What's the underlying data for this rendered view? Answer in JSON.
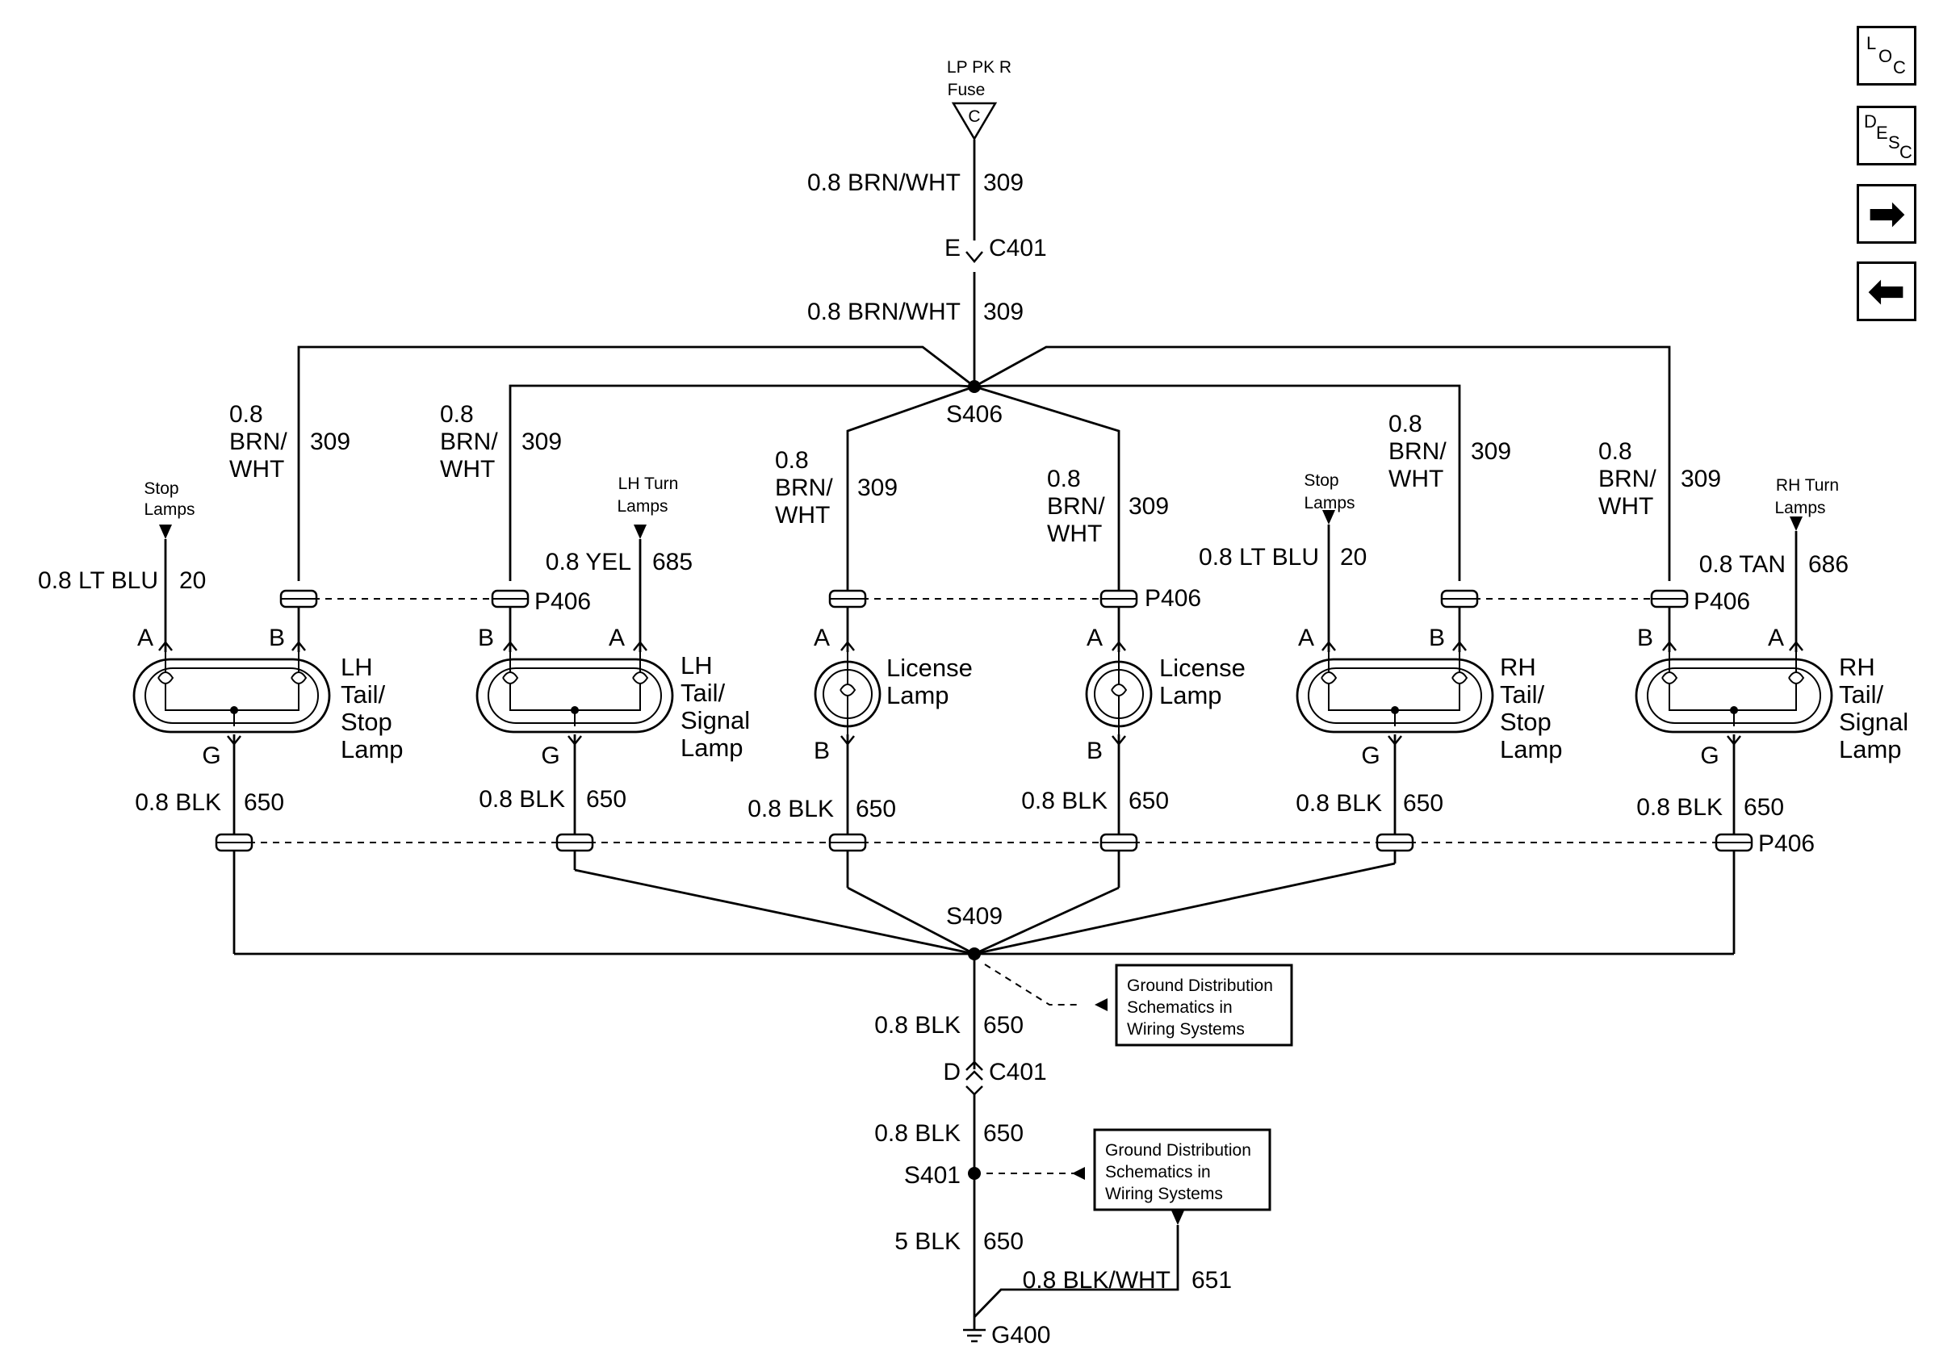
{
  "fuse": {
    "line1": "LP PK R",
    "line2": "Fuse",
    "letter": "C"
  },
  "trunk": {
    "wire_top": "0.8 BRN/WHT",
    "circuit_top": "309",
    "c401_top_pin": "E",
    "c401": "C401",
    "wire_mid": "0.8 BRN/WHT",
    "circuit_mid": "309",
    "splice_top": "S406",
    "splice_bottom": "S409",
    "ground_wire": "0.8 BLK",
    "ground_circuit": "650",
    "c401_bottom_pin": "D",
    "c401_b": "C401",
    "wire_after_c401": "0.8 BLK",
    "circuit_after_c401": "650",
    "s401": "S401",
    "wire_5blk": "5 BLK",
    "circuit_5blk": "650",
    "wire_blkwht": "0.8 BLK/WHT",
    "circuit_blkwht": "651",
    "g400": "G400"
  },
  "boxes": {
    "gd1": [
      "Ground Distribution",
      "Schematics in",
      "Wiring Systems"
    ],
    "gd2": [
      "Ground Distribution",
      "Schematics in",
      "Wiring Systems"
    ]
  },
  "connector": "P406",
  "branches": {
    "lh_ts": {
      "w1": "0.8",
      "w2": "BRN/",
      "w3": "WHT",
      "circuit": "309"
    },
    "lh_sig": {
      "w1": "0.8",
      "w2": "BRN/",
      "w3": "WHT",
      "circuit": "309"
    },
    "lic_l": {
      "w1": "0.8",
      "w2": "BRN/",
      "w3": "WHT",
      "circuit": "309"
    },
    "lic_r": {
      "w1": "0.8",
      "w2": "BRN/",
      "w3": "WHT",
      "circuit": "309"
    },
    "rh_ts": {
      "w1": "0.8",
      "w2": "BRN/",
      "w3": "WHT",
      "circuit": "309"
    },
    "rh_sig": {
      "w1": "0.8",
      "w2": "BRN/",
      "w3": "WHT",
      "circuit": "309"
    }
  },
  "inputs": {
    "stop_l": {
      "n1": "Stop",
      "n2": "Lamps",
      "wire": "0.8 LT BLU",
      "circuit": "20"
    },
    "lh_turn": {
      "n1": "LH Turn",
      "n2": "Lamps",
      "wire": "0.8 YEL",
      "circuit": "685"
    },
    "stop_r": {
      "n1": "Stop",
      "n2": "Lamps",
      "wire": "0.8 LT BLU",
      "circuit": "20"
    },
    "rh_turn": {
      "n1": "RH Turn",
      "n2": "Lamps",
      "wire": "0.8 TAN",
      "circuit": "686"
    }
  },
  "lamps": {
    "lh_ts": {
      "l1": "LH",
      "l2": "Tail/",
      "l3": "Stop",
      "l4": "Lamp",
      "pin_left": "A",
      "pin_right": "B",
      "pin_g": "G"
    },
    "lh_sig": {
      "l1": "LH",
      "l2": "Tail/",
      "l3": "Signal",
      "l4": "Lamp",
      "pin_left": "B",
      "pin_right": "A",
      "pin_g": "G"
    },
    "lic_l": {
      "l1": "License",
      "l2": "Lamp",
      "pin_top": "A",
      "pin_bottom": "B"
    },
    "lic_r": {
      "l1": "License",
      "l2": "Lamp",
      "pin_top": "A",
      "pin_bottom": "B"
    },
    "rh_ts": {
      "l1": "RH",
      "l2": "Tail/",
      "l3": "Stop",
      "l4": "Lamp",
      "pin_left": "A",
      "pin_right": "B",
      "pin_g": "G"
    },
    "rh_sig": {
      "l1": "RH",
      "l2": "Tail/",
      "l3": "Signal",
      "l4": "Lamp",
      "pin_left": "B",
      "pin_right": "A",
      "pin_g": "G"
    }
  },
  "grounds": {
    "g1": {
      "wire": "0.8 BLK",
      "circuit": "650"
    },
    "g2": {
      "wire": "0.8 BLK",
      "circuit": "650"
    },
    "g3": {
      "wire": "0.8 BLK",
      "circuit": "650"
    },
    "g4": {
      "wire": "0.8 BLK",
      "circuit": "650"
    },
    "g5": {
      "wire": "0.8 BLK",
      "circuit": "650"
    },
    "g6": {
      "wire": "0.8 BLK",
      "circuit": "650"
    }
  },
  "nav": {
    "loc": {
      "a": "L",
      "b": "O",
      "c": "C"
    },
    "desc": {
      "a": "D",
      "b": "E",
      "c": "S",
      "d": "C"
    },
    "forward": "➡",
    "back": "⬅"
  }
}
